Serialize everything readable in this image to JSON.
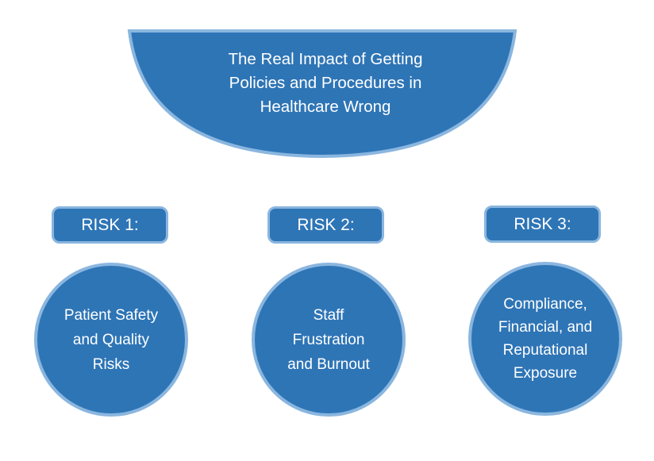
{
  "title": {
    "lines": [
      "The Real Impact of Getting",
      "Policies and Procedures in",
      "Healthcare Wrong"
    ]
  },
  "colors": {
    "fill": "#2e75b6",
    "outline": "#8ab6df",
    "text": "#ffffff"
  },
  "risks": [
    {
      "label": "RISK 1:",
      "lines": [
        "Patient Safety",
        "and Quality",
        "Risks"
      ]
    },
    {
      "label": "RISK 2:",
      "lines": [
        "Staff",
        "Frustration",
        "and Burnout"
      ]
    },
    {
      "label": "RISK 3:",
      "lines": [
        "Compliance,",
        "Financial, and",
        "Reputational",
        "Exposure"
      ]
    }
  ]
}
